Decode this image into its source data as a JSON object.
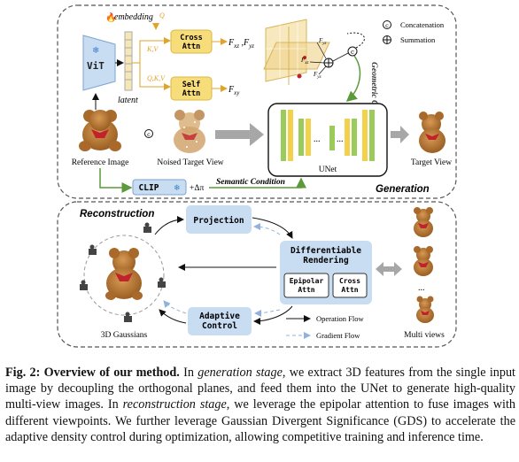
{
  "generation": {
    "label": "Generation",
    "vit_label": "ViT",
    "embedding_label": "embedding",
    "q_label_top": "Q",
    "kv_label": "K,V",
    "qkv_label": "Q,K,V",
    "latent_label": "latent",
    "cross_attn_line1": "Cross",
    "cross_attn_line2": "Attn",
    "self_attn_line1": "Self",
    "self_attn_line2": "Attn",
    "f_xz_fyz": "F",
    "f_xz_sub": "xz",
    "f_yz_sub": "yz",
    "f_xy": "F",
    "f_xy_sub": "xy",
    "concat_symbol": "©",
    "concat_label": "Concatenation",
    "sum_symbol": "⊕",
    "sum_label": "Summation",
    "geometric_condition": "Geometric Condition",
    "plane_labels": [
      "F",
      "F",
      "F"
    ],
    "plane_subs": [
      "yz",
      "xz",
      "yx"
    ],
    "reference_image_label": "Reference Image",
    "noised_target_label": "Noised Target View",
    "unet_label": "UNet",
    "unet_dots": "...",
    "target_view_label": "Target View",
    "clip_label": "CLIP",
    "delta_pi": "+Δπ",
    "semantic_condition": "Semantic Condition"
  },
  "reconstruction": {
    "label": "Reconstruction",
    "projection_label": "Projection",
    "diff_render_line1": "Differentiable",
    "diff_render_line2": "Rendering",
    "epipolar_line1": "Epipolar",
    "epipolar_line2": "Attn",
    "cross_line1": "Cross",
    "cross_line2": "Attn",
    "adaptive_line1": "Adaptive",
    "adaptive_line2": "Control",
    "gaussians_label": "3D Gaussians",
    "operation_flow": "Operation Flow",
    "gradient_flow": "Gradient Flow",
    "multi_views_label": "Multi views",
    "multi_dots": "..."
  },
  "caption": {
    "fig": "Fig. 2: Overview of our method.",
    "t1": " In ",
    "i1": "generation stage",
    "t2": ", we extract 3D features from the single input image by decoupling the orthogonal planes, and feed them into the UNet to generate high-quality multi-view images. In ",
    "i2": "reconstruction stage",
    "t3": ", we leverage the epipolar attention to fuse images with different viewpoints. We further leverage Gaussian Divergent Significance (GDS) to accelerate the adaptive density control during optimization, allowing competitive training and inference time."
  },
  "colors": {
    "attn_yellow": "#f7dc7a",
    "blue_box": "#c8dcf2",
    "green_arrow": "#5a9a3a",
    "orange_arrow": "#e1a32a",
    "unet_green": "#9bcb5a",
    "unet_yellow": "#f2d24a",
    "bear_brown": "#b9772f",
    "bow_red": "#c0232b"
  }
}
